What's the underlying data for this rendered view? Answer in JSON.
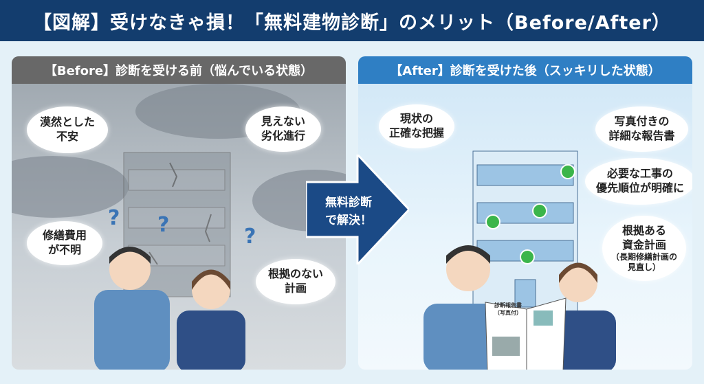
{
  "title": "【図解】受けなきゃ損！「無料建物診断」のメリット（Before/After）",
  "before": {
    "header": "【Before】診断を受ける前（悩んでいる状態）",
    "bubbles": [
      {
        "line1": "漠然とした",
        "line2": "不安"
      },
      {
        "line1": "見えない",
        "line2": "劣化進行"
      },
      {
        "line1": "修繕費用",
        "line2": "が不明"
      },
      {
        "line1": "根拠のない",
        "line2": "計画"
      }
    ]
  },
  "arrow": {
    "line1": "無料診断",
    "line2": "で解決！"
  },
  "after": {
    "header": "【After】診断を受けた後（スッキリした状態）",
    "bubbles": [
      {
        "line1": "現状の",
        "line2": "正確な把握"
      },
      {
        "line1": "写真付きの",
        "line2": "詳細な報告書"
      },
      {
        "line1": "必要な工事の",
        "line2": "優先順位が明確に"
      },
      {
        "line1": "根拠ある",
        "line2": "資金計画",
        "note1": "（長期修繕計画の",
        "note2": "見直し）"
      }
    ],
    "report": {
      "line1": "診断報告書",
      "line2": "（写真付）"
    }
  },
  "colors": {
    "header": "#133d6e",
    "before_header": "#686868",
    "after_header": "#2f7fc4",
    "check": "#3bb54a"
  }
}
